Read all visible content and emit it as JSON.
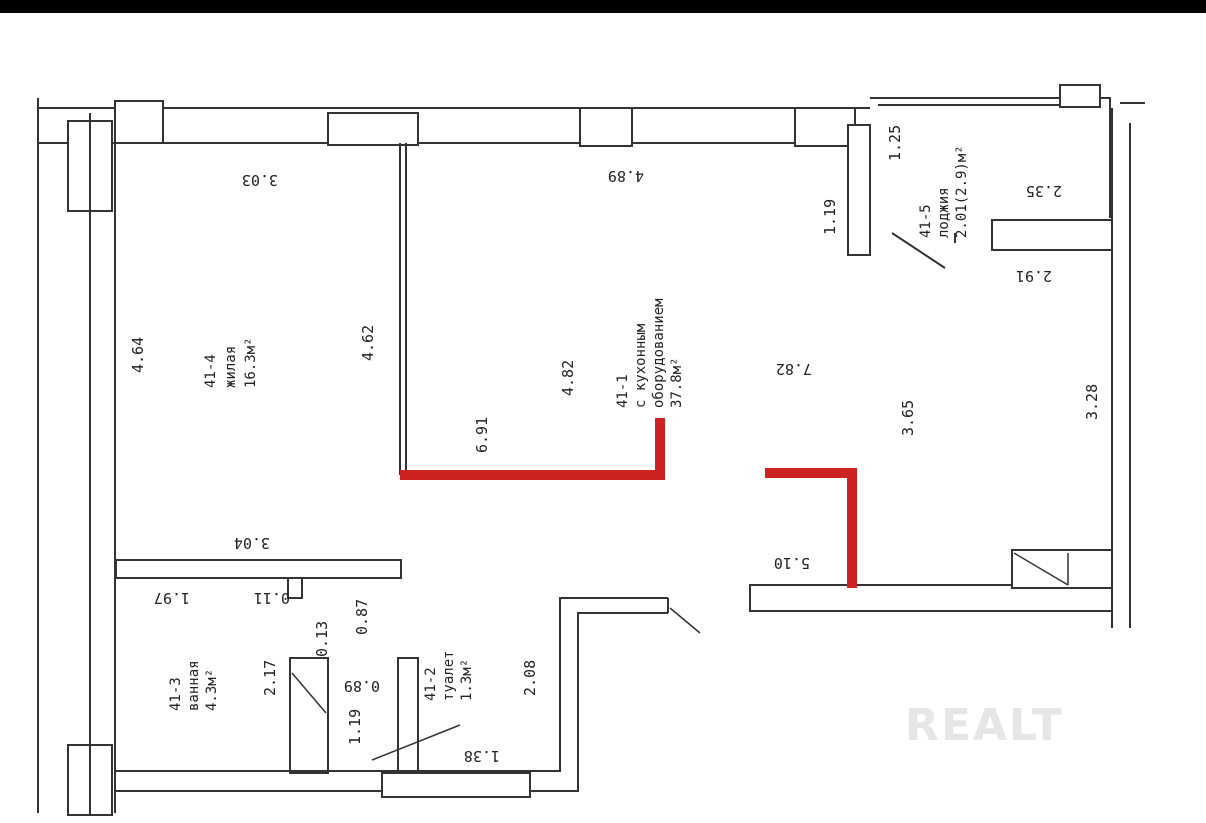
{
  "dimensions": {
    "d303": "3.03",
    "d489": "4.89",
    "d125": "1.25",
    "d235": "2.35",
    "d119a": "1.19",
    "d291": "2.91",
    "d464": "4.64",
    "d462": "4.62",
    "d482": "4.82",
    "d782": "7.82",
    "d365": "3.65",
    "d328": "3.28",
    "d691": "6.91",
    "d304": "3.04",
    "d197": "1.97",
    "d011": "0.11",
    "d013": "0.13",
    "d087": "0.87",
    "d217": "2.17",
    "d089": "0.89",
    "d119b": "1.19",
    "d208": "2.08",
    "d138": "1.38",
    "d510": "5.10"
  },
  "rooms": {
    "living": {
      "id": "41-4",
      "name": "жилая",
      "area": "16.3м²"
    },
    "kitchen": {
      "id": "41-1",
      "line1": "с кухонным",
      "line2": "оборудованием",
      "area": "37.8м²"
    },
    "loggia": {
      "id": "41-5",
      "name": "лоджия",
      "area": "2.01(2.9)м²"
    },
    "bath": {
      "id": "41-3",
      "name": "ванная",
      "area": "4.3м²"
    },
    "wc": {
      "id": "41-2",
      "name": "туалет",
      "area": "1.3м²"
    }
  },
  "watermark": "REALT",
  "colors": {
    "accent": "#cc2222",
    "line": "#333333"
  }
}
